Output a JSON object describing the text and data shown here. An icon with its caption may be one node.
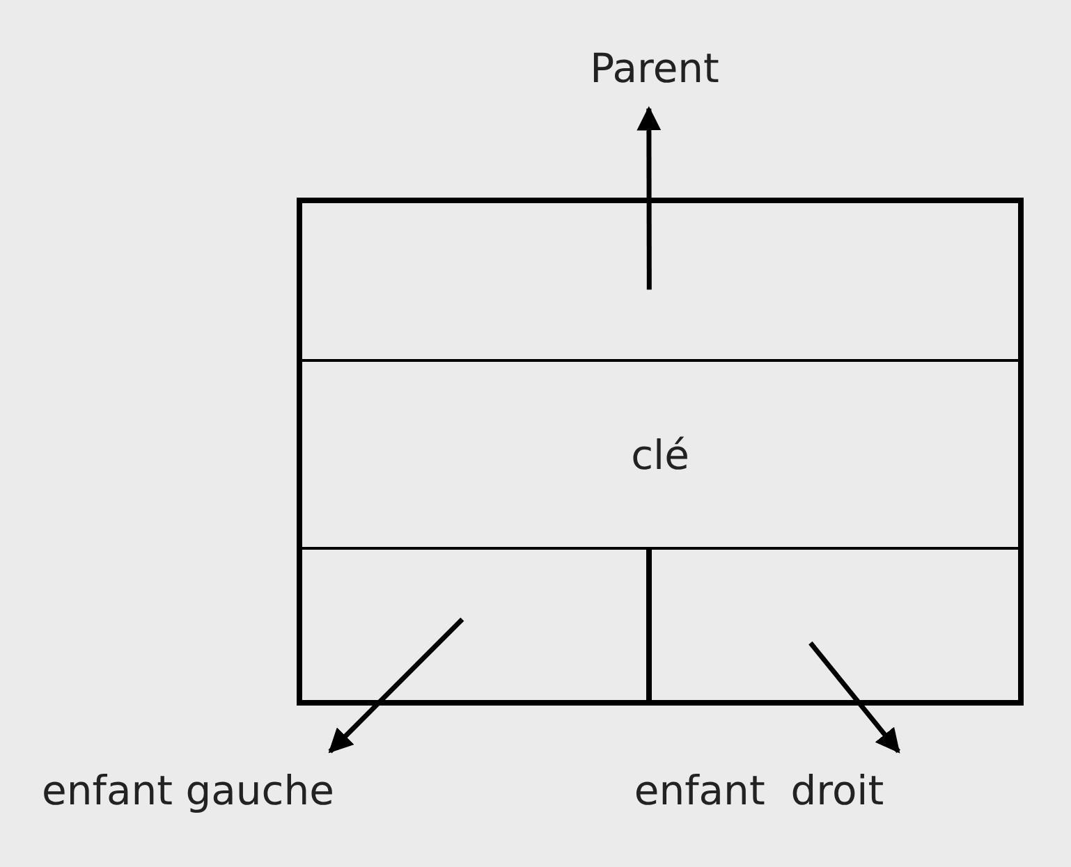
{
  "diagram": {
    "nodes": [
      {
        "text": [],
        "shape": "box"
      },
      {
        "text": [],
        "shape": "box",
        "in": 0
      },
      {
        "text": [
          "clé"
        ],
        "in": 0
      },
      {
        "text": [],
        "shape": "box",
        "in": 0
      },
      {
        "text": [],
        "shape": "box",
        "in": 0
      },
      {
        "text": [
          "Parent"
        ]
      },
      {
        "text": [
          "enfant gauche"
        ]
      },
      {
        "text": [
          "enfant  droit"
        ]
      }
    ],
    "edges": [
      {
        "from": 1,
        "to": 5,
        "arrow": "to"
      },
      {
        "from": 3,
        "to": 6,
        "arrow": "to"
      },
      {
        "from": 4,
        "to": 7,
        "arrow": "to"
      }
    ]
  }
}
